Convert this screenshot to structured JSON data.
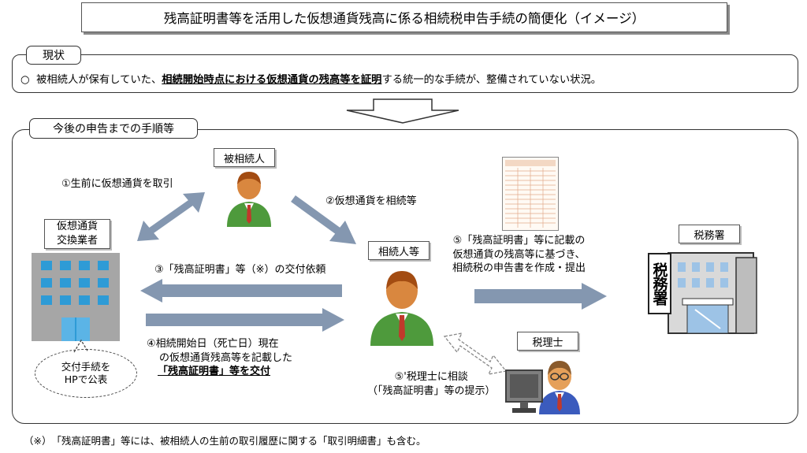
{
  "title": "残高証明書等を活用した仮想通貨残高に係る相続税申告手続の簡便化（イメージ）",
  "status": {
    "tag": "現状",
    "bullet": "○",
    "text_before": "被相続人が保有していた、",
    "text_emphasis": "相続開始時点における仮想通貨の残高等を証明",
    "text_after": "する統一的な手続が、整備されていない状況。"
  },
  "process": {
    "tag": "今後の申告までの手順等",
    "nodes": {
      "decedent": "被相続人",
      "exchange_line1": "仮想通貨",
      "exchange_line2": "交換業者",
      "heir": "相続人等",
      "tax_office": "税務署",
      "tax_accountant": "税理士",
      "tax_office_sign": "税務署"
    },
    "steps": {
      "step1": "①生前に仮想通貨を取引",
      "step2": "②仮想通貨を相続等",
      "step3": "③「残高証明書」等（※）の交付依頼",
      "step4_line1": "④相続開始日（死亡日）現在",
      "step4_line2": "の仮想通貨残高等を記載した",
      "step4_line3": "「残高証明書」等を交付",
      "step5_line1": "⑤「残高証明書」等に記載の",
      "step5_line2": "仮想通貨の残高等に基づき、",
      "step5_line3": "相続税の申告書を作成・提出",
      "step5b_line1": "⑤'税理士に相談",
      "step5b_line2": "（「残高証明書」等の提示）"
    },
    "note_bubble_line1": "交付手続を",
    "note_bubble_line2": "HPで公表"
  },
  "footnote": "（※）　「残高証明書」等には、被相続人の生前の取引履歴に関する「取引明細書」も含む。",
  "colors": {
    "arrow": "#8497b0",
    "person_suit": "#4e9a3c",
    "person_head": "#c26a2c",
    "building": "#a6a6a6",
    "window": "#2e9bd6"
  }
}
